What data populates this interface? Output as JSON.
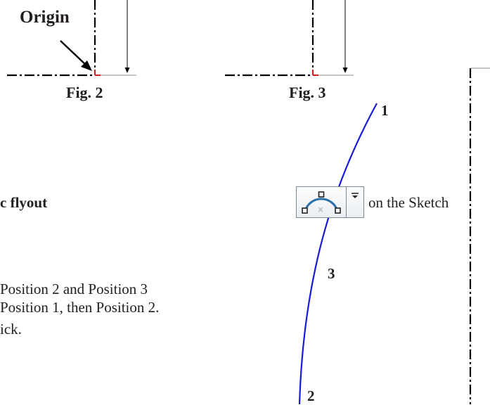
{
  "annotation": {
    "origin_label": "Origin"
  },
  "figures": {
    "fig2_label": "Fig. 2",
    "fig3_label": "Fig. 3"
  },
  "instructions": {
    "step1_prefix": "c flyout",
    "step1_suffix": "on the Sketch",
    "step2_line1": "Position 2 and Position 3",
    "step2_line2": "Position 1, then Position 2.",
    "step2_line3": "ick."
  },
  "arc_points": {
    "p1": "1",
    "p2": "2",
    "p3": "3"
  },
  "toolbar": {
    "arc_button_icon": "three-point-arc-icon",
    "dropdown_icon": "dropdown-arrow-icon"
  },
  "colors": {
    "arc": "#1a1adb",
    "axis": "#000000",
    "origin_marker": "#d42020",
    "text": "#231f20"
  }
}
